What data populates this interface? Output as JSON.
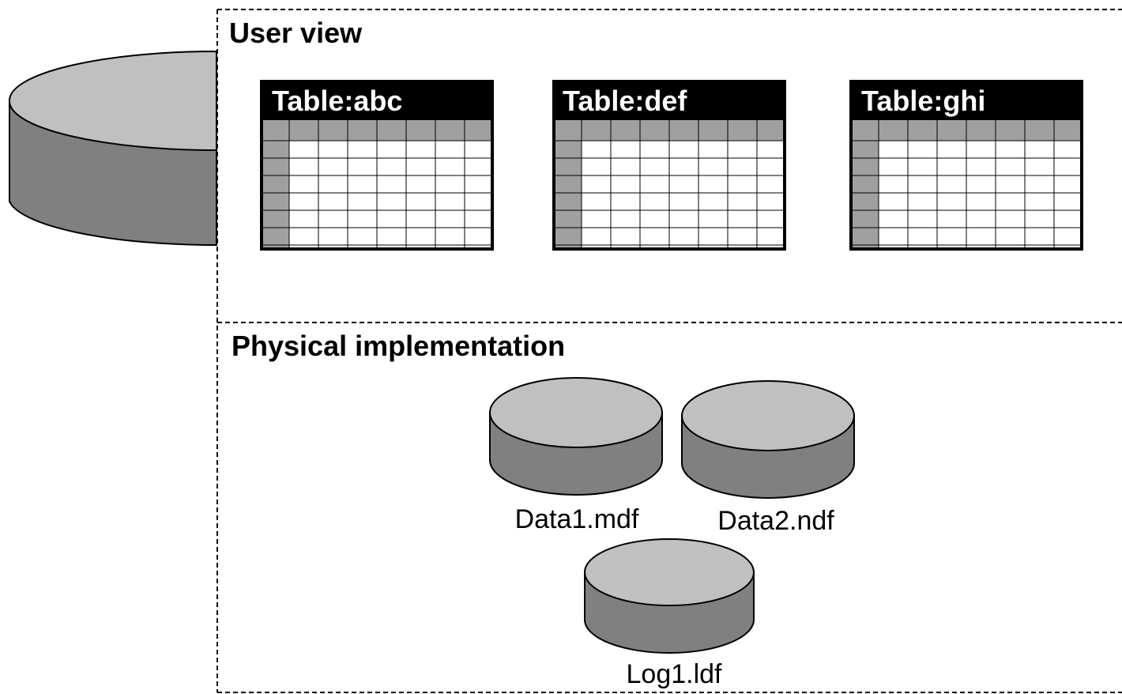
{
  "sections": {
    "user_view": {
      "title": "User view"
    },
    "physical": {
      "title": "Physical implementation"
    }
  },
  "tables": [
    {
      "title": "Table:abc"
    },
    {
      "title": "Table:def"
    },
    {
      "title": "Table:ghi"
    }
  ],
  "files": [
    {
      "label": "Data1.mdf"
    },
    {
      "label": "Data2.ndf"
    },
    {
      "label": "Log1.ldf"
    }
  ],
  "colors": {
    "cylinder_top": "#c0c0c0",
    "cylinder_side": "#808080",
    "table_header": "#000000",
    "table_header_row": "#a0a0a0",
    "grid_line": "#a0a0a0",
    "frame_border": "#000000"
  }
}
